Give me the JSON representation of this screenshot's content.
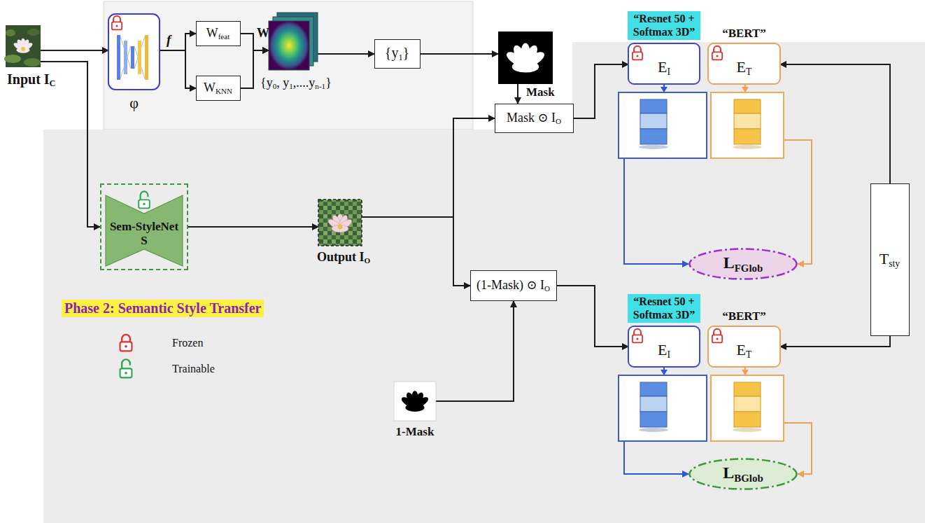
{
  "diagram": {
    "nodes": [
      {
        "text": [
          "Input I",
          "C"
        ]
      },
      {
        "text": [
          "φ"
        ]
      },
      {
        "text": [
          "W",
          "feat"
        ]
      },
      {
        "text": [
          "W",
          "KNN"
        ]
      },
      {
        "text": [
          "{y",
          "0",
          ", y",
          "1",
          ",....y",
          "n-1",
          "}"
        ]
      },
      {
        "text": [
          "{y",
          "1",
          "}"
        ]
      },
      {
        "text": [
          "Mask"
        ]
      },
      {
        "text": [
          "Phase 2: Semantic Style Transfer"
        ]
      },
      {
        "text": [
          "Sem-StyleNet",
          "S"
        ],
        "in": 7
      },
      {
        "text": [
          "Output I",
          "O"
        ],
        "in": 7
      },
      {
        "text": [
          "Mask ⊙ I",
          "O"
        ]
      },
      {
        "text": [
          "“Resnet 50 + Softmax 3D”",
          "E",
          "I"
        ],
        "in": 7
      },
      {
        "text": [
          "“BERT”",
          "E",
          "T"
        ],
        "in": 7
      },
      {
        "text": [
          "L",
          "FGlob"
        ],
        "in": 7
      },
      {
        "text": [
          "T",
          "sty"
        ],
        "in": 7
      },
      {
        "text": [
          "(1-Mask) ⊙ I",
          "O"
        ],
        "in": 7
      },
      {
        "text": [
          "1-Mask"
        ],
        "in": 7
      },
      {
        "text": [
          "“Resnet 50 + Softmax 3D”",
          "E",
          "I"
        ],
        "in": 7
      },
      {
        "text": [
          "“BERT”",
          "E",
          "T"
        ],
        "in": 7
      },
      {
        "text": [
          "L",
          "BGlob"
        ],
        "in": 7
      }
    ],
    "edges": [
      {
        "from": 0,
        "to": 1,
        "arrow": "to"
      },
      {
        "from": 0,
        "to": 8,
        "arrow": "to"
      },
      {
        "from": 1,
        "to": 2,
        "arrow": "to"
      },
      {
        "from": 1,
        "to": 3,
        "arrow": "to"
      },
      {
        "from": 2,
        "to": 4,
        "arrow": "to"
      },
      {
        "from": 3,
        "to": 4,
        "arrow": "to"
      },
      {
        "from": 4,
        "to": 5,
        "arrow": "to"
      },
      {
        "from": 5,
        "to": 6,
        "arrow": "to"
      },
      {
        "from": 6,
        "to": 10,
        "arrow": "to"
      },
      {
        "from": 8,
        "to": 9,
        "arrow": "to"
      },
      {
        "from": 9,
        "to": 10,
        "arrow": "to"
      },
      {
        "from": 9,
        "to": 15,
        "arrow": "to"
      },
      {
        "from": 16,
        "to": 15,
        "arrow": "to"
      },
      {
        "from": 10,
        "to": 11,
        "arrow": "to"
      },
      {
        "from": 15,
        "to": 17,
        "arrow": "to"
      },
      {
        "from": 14,
        "to": 12,
        "arrow": "to"
      },
      {
        "from": 14,
        "to": 18,
        "arrow": "to"
      },
      {
        "from": 11,
        "to": 13,
        "arrow": "to"
      },
      {
        "from": 12,
        "to": 13,
        "arrow": "to"
      },
      {
        "from": 17,
        "to": 19,
        "arrow": "to"
      },
      {
        "from": 18,
        "to": 19,
        "arrow": "to"
      }
    ],
    "labels": [
      "f",
      "W"
    ],
    "legend": [
      {
        "text": "Frozen"
      },
      {
        "text": "Trainable"
      }
    ]
  }
}
